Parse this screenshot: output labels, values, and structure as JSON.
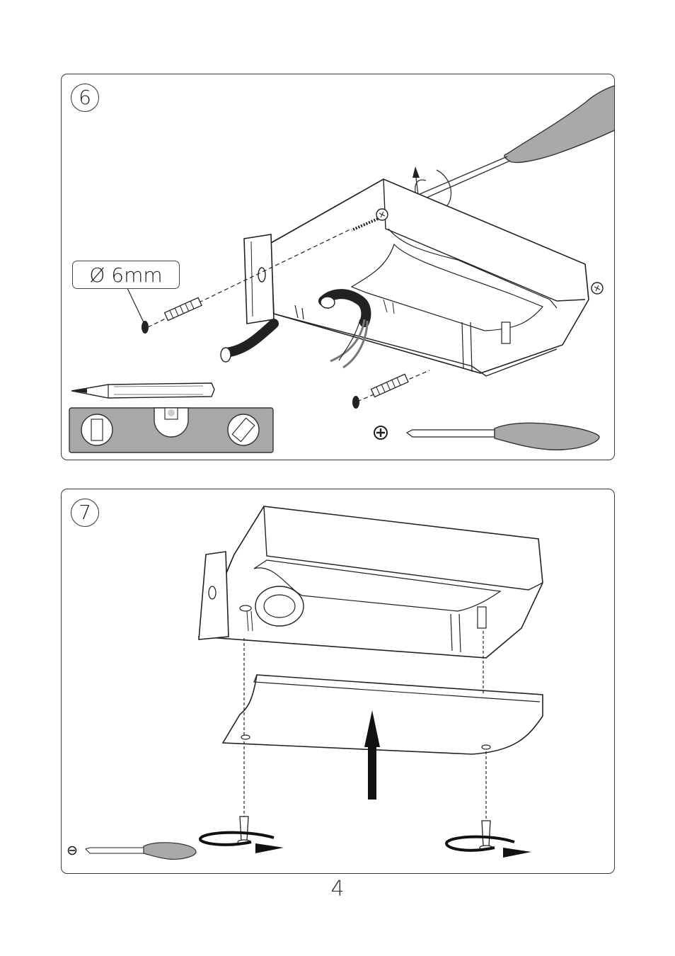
{
  "step6": {
    "number": "6",
    "drill_label": "Ø 6mm"
  },
  "step7": {
    "number": "7"
  },
  "page_number": "4"
}
